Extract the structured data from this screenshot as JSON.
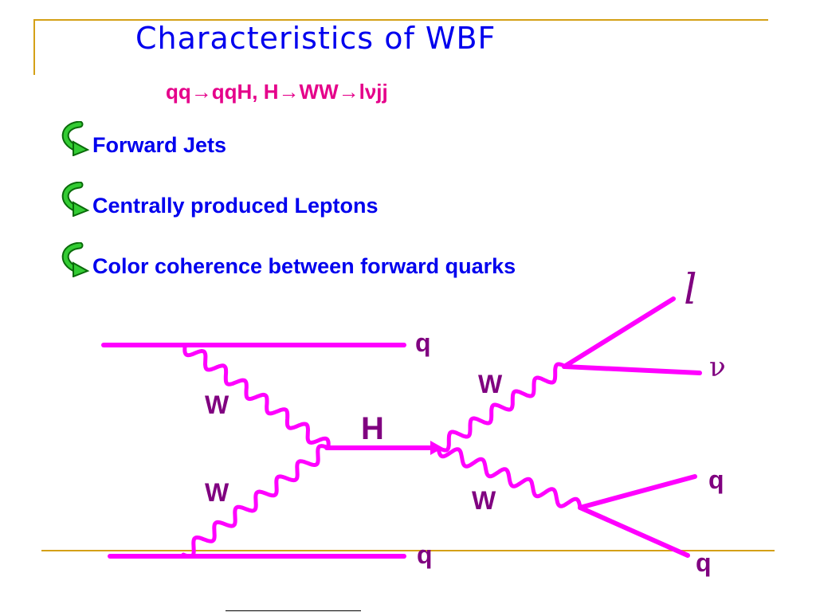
{
  "title": "Characteristics of WBF",
  "subtitle": "qq→qqH, H→WW→lνjj",
  "bullets": [
    {
      "text": "Forward Jets",
      "icon": "curved-arrow-icon"
    },
    {
      "text": "Centrally produced Leptons",
      "icon": "curved-arrow-icon"
    },
    {
      "text": "Color coherence between forward quarks",
      "icon": "curved-arrow-icon"
    }
  ],
  "diagram": {
    "labels": {
      "q_top_left": "q",
      "q_bottom_left": "q",
      "w_upper_left": "W",
      "w_lower_left": "W",
      "higgs": "H",
      "w_upper_right": "W",
      "w_lower_right": "W",
      "lepton": "l",
      "neutrino": "ν",
      "q_right_upper": "q",
      "q_right_lower": "q"
    }
  },
  "colors": {
    "title": "#0000ee",
    "subtitle": "#e5008a",
    "lines": "#ff00ff",
    "labels": "#800080",
    "frame": "#d4a017",
    "arrow_fill": "#33cc33"
  }
}
